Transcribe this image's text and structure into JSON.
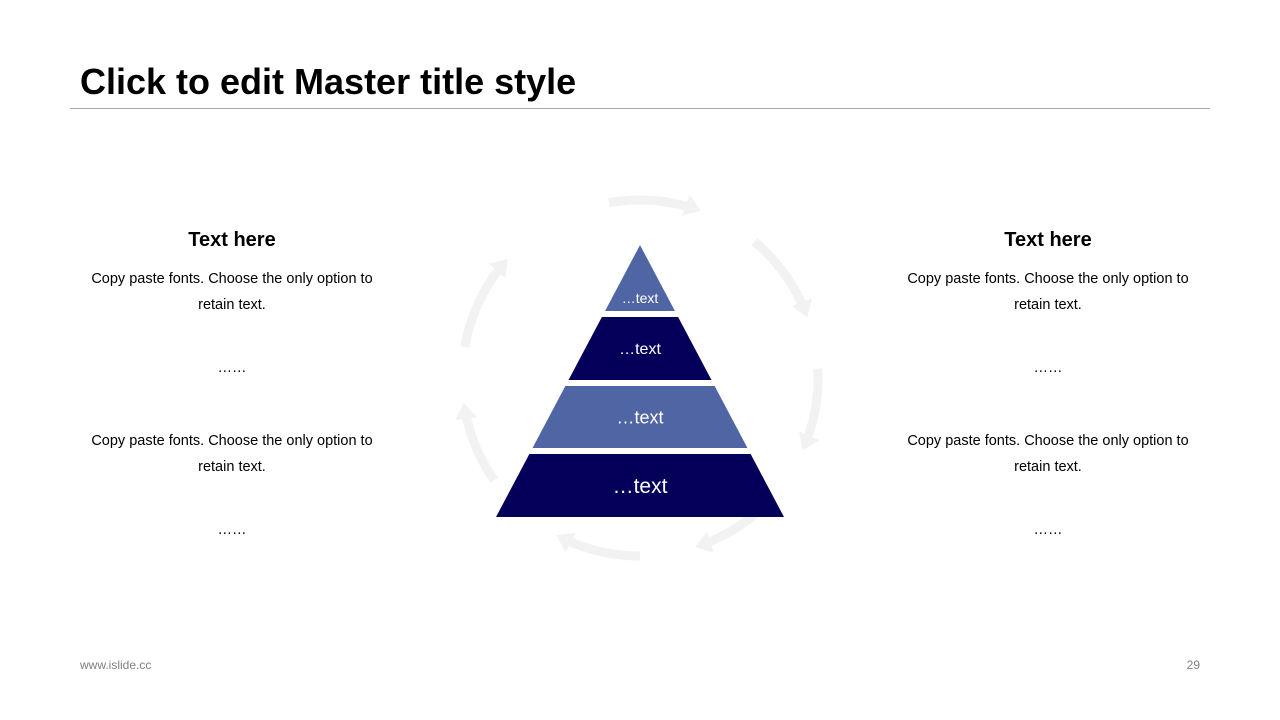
{
  "slide": {
    "title": "Click to edit Master title style",
    "footer_url": "www.islide.cc",
    "page_number": "29"
  },
  "left_column": {
    "heading": "Text here",
    "body_1": "Copy paste fonts. Choose the only option to retain text.",
    "dots_1": "……",
    "body_2": "Copy paste fonts. Choose the only option to retain text.",
    "dots_2": "……"
  },
  "right_column": {
    "heading": "Text here",
    "body_1": "Copy paste fonts. Choose the only option to retain text.",
    "dots_1": "……",
    "body_2": "Copy paste fonts. Choose the only option to retain text.",
    "dots_2": "……"
  },
  "pyramid": {
    "tiers": [
      {
        "label": "…text",
        "color": "#5065a4"
      },
      {
        "label": "…text",
        "color": "#04005a"
      },
      {
        "label": "…text",
        "color": "#5065a4"
      },
      {
        "label": "…text",
        "color": "#04005a"
      }
    ],
    "label_color": "#ffffff",
    "cycle_arrow_color": "#f2f2f2"
  }
}
